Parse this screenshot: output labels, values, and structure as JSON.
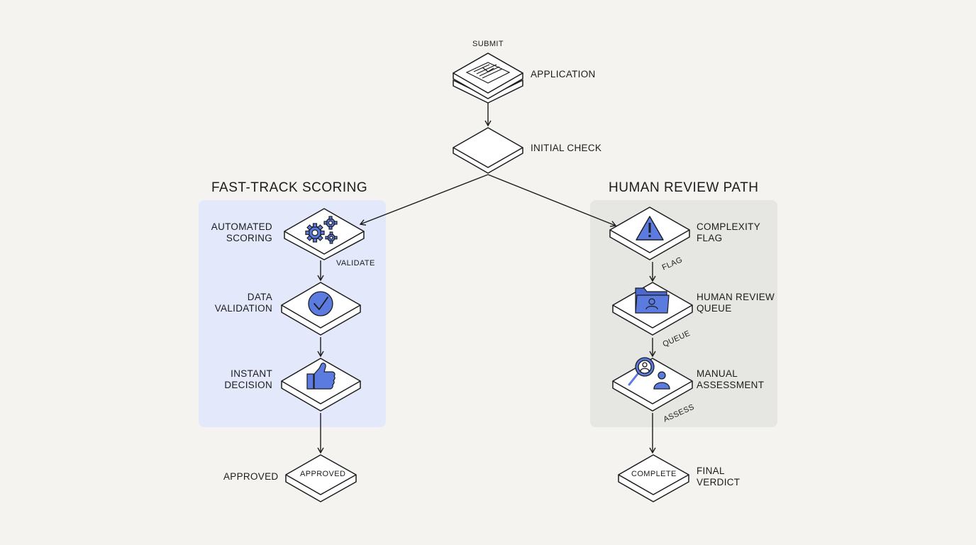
{
  "sections": {
    "fast_track": {
      "title": "FAST-TRACK SCORING"
    },
    "human_review": {
      "title": "HUMAN REVIEW PATH"
    }
  },
  "nodes": {
    "submit": {
      "top_label": "SUBMIT",
      "label": "APPLICATION"
    },
    "initial_check": {
      "label": "INITIAL CHECK"
    },
    "automated_scoring": {
      "label_line1": "AUTOMATED",
      "label_line2": "SCORING"
    },
    "data_validation": {
      "label_line1": "DATA",
      "label_line2": "VALIDATION"
    },
    "instant_decision": {
      "label_line1": "INSTANT",
      "label_line2": "DECISION"
    },
    "approved": {
      "label": "APPROVED",
      "inner_label": "APPROVED"
    },
    "complexity_flag": {
      "label_line1": "COMPLEXITY",
      "label_line2": "FLAG"
    },
    "human_review_queue": {
      "label_line1": "HUMAN REVIEW",
      "label_line2": "QUEUE"
    },
    "manual_assessment": {
      "label_line1": "MANUAL",
      "label_line2": "ASSESSMENT"
    },
    "final_verdict": {
      "label_line1": "FINAL",
      "label_line2": "VERDICT",
      "inner_label": "COMPLETE"
    }
  },
  "edge_labels": {
    "validate": "VALIDATE",
    "flag": "FLAG",
    "queue": "QUEUE",
    "assess": "ASSESS"
  },
  "icons": {
    "submit": "document-icon",
    "automated_scoring": "gears-icon",
    "data_validation": "checkmark-circle-icon",
    "instant_decision": "thumbs-up-icon",
    "complexity_flag": "warning-icon",
    "human_review_queue": "folder-person-icon",
    "manual_assessment": "magnifier-person-icon"
  },
  "colors": {
    "background": "#f4f3ef",
    "fast_track_panel": "#e3e8fb",
    "human_review_panel": "#e6e6e2",
    "icon_blue": "#5b7be0",
    "stroke": "#1c1c1c"
  }
}
